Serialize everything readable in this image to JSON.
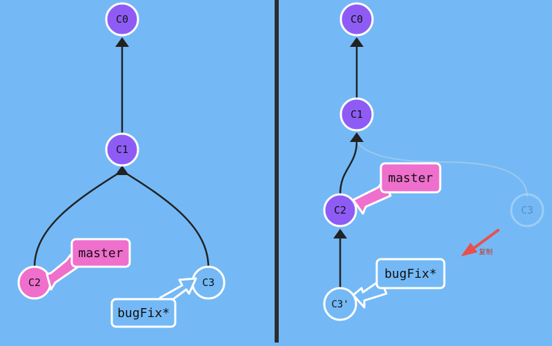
{
  "colors": {
    "background": "#74b9f5",
    "divider": "#2b2b2b",
    "commit_fill": "#8e5cf5",
    "commit_highlight": "#ef6fcd",
    "commit_new": "#75b8f6",
    "branch_master": "#ef6fcd",
    "branch_bugfix": "#74b9f5",
    "edge": "#222222",
    "arrow_annotation": "#e8504c"
  },
  "left_panel": {
    "commits": {
      "c0": "C0",
      "c1": "C1",
      "c2": "C2",
      "c3": "C3"
    },
    "branches": {
      "master": "master",
      "bugfix": "bugFix*"
    }
  },
  "right_panel": {
    "commits": {
      "c0": "C0",
      "c1": "C1",
      "c2": "C2",
      "c3_ghost": "C3",
      "c3_prime": "C3'"
    },
    "branches": {
      "master": "master",
      "bugfix": "bugFix*"
    },
    "annotation": {
      "copy_label": "复制",
      "icon": "red-arrow-icon"
    }
  }
}
